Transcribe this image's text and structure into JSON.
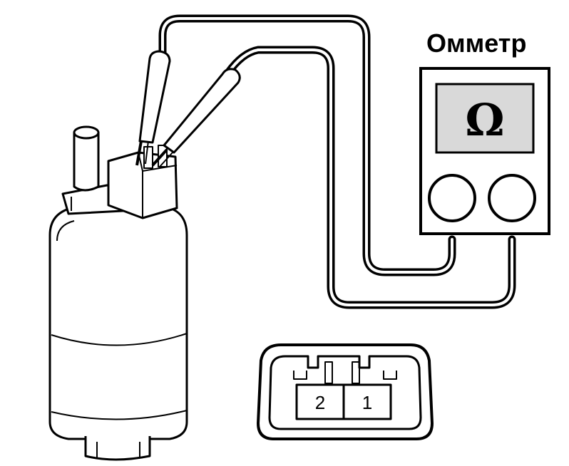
{
  "ohmmeter": {
    "title": "Омметр",
    "symbol": "Ω"
  },
  "connector": {
    "pins": [
      "2",
      "1"
    ]
  },
  "colors": {
    "ink": "#000000",
    "paper": "#ffffff",
    "screen": "#d9d9d9"
  }
}
